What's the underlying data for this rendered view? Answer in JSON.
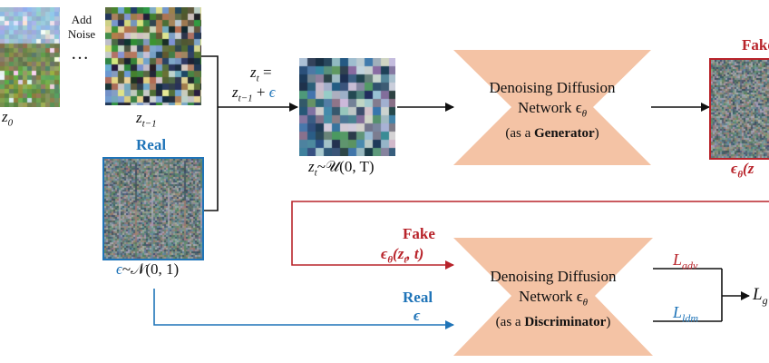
{
  "input": {
    "z0_label": "z",
    "z0_sub": "0",
    "add_noise": "Add\nNoise",
    "ellipsis": "…",
    "zt1_label": "z",
    "zt1_sub": "t−1"
  },
  "forward_eq": {
    "line1_lhs": "z",
    "line1_sub": "t",
    "line1_eq": " =",
    "line2": "z",
    "line2_sub": "t−1",
    "line2_plus": " + ",
    "line2_eps": "ϵ"
  },
  "zt_sample": {
    "label": "z",
    "sub": "t",
    "dist": "~𝒰(0, T)"
  },
  "real_noise": {
    "title": "Real",
    "eps": "ϵ",
    "dist": "~𝒩(0, 1)"
  },
  "generator": {
    "line1": "Denoising Diffusion",
    "line2": "Network ϵ",
    "line2_sub": "θ",
    "line3_prefix": "(as a ",
    "line3_bold": "Generator",
    "line3_suffix": ")"
  },
  "gen_output": {
    "title": "Fake",
    "label": "ϵ",
    "label_sub": "θ",
    "label_rest": "(z"
  },
  "discriminator": {
    "line1": "Denoising Diffusion",
    "line2": "Network ϵ",
    "line2_sub": "θ",
    "line3_prefix": "(as a ",
    "line3_bold": "Discriminator",
    "line3_suffix": ")"
  },
  "fake_input": {
    "title": "Fake",
    "eps": "ϵ",
    "eps_sub": "θ",
    "args": "(z",
    "args_sub": "t",
    "args_rest": ", t)"
  },
  "real_input": {
    "title": "Real",
    "eps": "ϵ"
  },
  "losses": {
    "adv": "L",
    "adv_sub": "adv",
    "ldm": "L",
    "ldm_sub": "ldm",
    "total": "L",
    "total_sub": "g"
  },
  "colors": {
    "net_fill": "#f4c3a5",
    "red": "#b8232a",
    "blue": "#1f74b8",
    "arrow": "#111111"
  }
}
